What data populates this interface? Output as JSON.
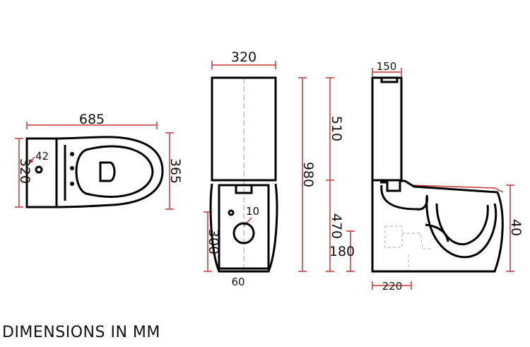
{
  "caption": "DIMENSIONS IN MM",
  "top_view": {
    "length": "685",
    "width": "320",
    "height": "365",
    "hole": "42"
  },
  "front_view": {
    "width": "320",
    "height_total": "980",
    "tank_height": "510",
    "bowl_height": "470",
    "outlet_height": "300",
    "outlet_offset": "60",
    "outlet_radius": "10"
  },
  "side_view": {
    "tank_depth": "150",
    "floor_height": "180",
    "outlet_depth": "220",
    "rim_height": "40"
  },
  "colors": {
    "outline": "#000000",
    "dimension": "#cc3333",
    "hidden": "#aaaaaa"
  }
}
